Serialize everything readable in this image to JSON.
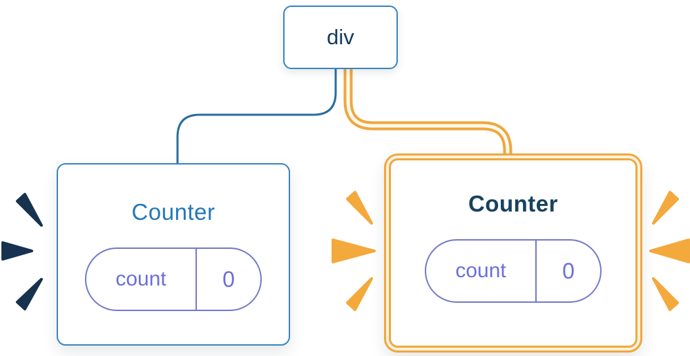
{
  "tree": {
    "root": {
      "label": "div"
    },
    "children": [
      {
        "id": "left-counter",
        "title": "Counter",
        "state": {
          "key": "count",
          "value": "0"
        },
        "highlighted": false
      },
      {
        "id": "right-counter",
        "title": "Counter",
        "state": {
          "key": "count",
          "value": "0"
        },
        "highlighted": true
      }
    ]
  },
  "colors": {
    "edge_blue": "#2a6d9f",
    "node_border_blue": "#3a86bd",
    "navy_text": "#163a5e",
    "title_blue": "#2478b8",
    "title_navy": "#17425f",
    "pill_border": "#7579ca",
    "pill_text": "#6a6fdb",
    "highlight_orange": "#efa73f",
    "highlight_pale": "#fdf2dc",
    "tube_center": "#fffaef",
    "spark_navy": "#16324f",
    "spark_orange": "#f4a93c"
  }
}
